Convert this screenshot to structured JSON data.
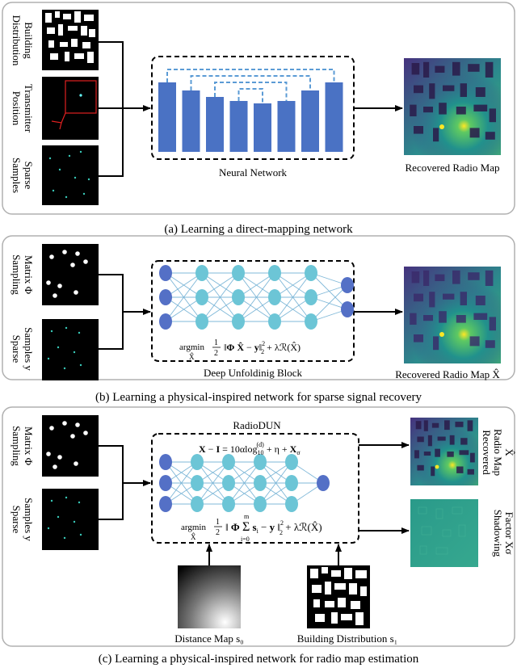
{
  "panel_a": {
    "input_labels": [
      [
        "Building",
        "Distribution"
      ],
      [
        "Transmitter",
        "Position"
      ],
      [
        "Sparse",
        "Samples"
      ]
    ],
    "network_label": "Neural Network",
    "output_label": "Recovered Radio Map",
    "caption": "(a) Learning a direct-mapping network"
  },
  "panel_b": {
    "input_labels": [
      [
        "Sampling",
        "Matrix Φ"
      ],
      [
        "Sparse",
        "Samples y"
      ]
    ],
    "equation": "argmin ½ ‖ΦX̂ − y‖²₂ + λℛ(X̂)",
    "equation_sub": "X̂",
    "block_label": "Deep Unfoldinig Block",
    "output_label": "Recovered Radio Map X̂",
    "caption": "(b) Learning  a physical-inspired network for sparse signal recovery"
  },
  "panel_c": {
    "title": "RadioDUN",
    "input_labels": [
      [
        "Sampling",
        "Matrix Φ"
      ],
      [
        "Sparse",
        "Samples y"
      ]
    ],
    "equation_top": "X − I = 10αlog₁₀⁽ᵈ⁾ + η + Xσ",
    "equation_bottom": "argmin ½ ‖Φ Σᵢ₌₀ᵐ sᵢ − y‖²₂ + λℛ(X̂)",
    "equation_sub": "X̂",
    "distance_label": "Distance Map s₀",
    "building_label": "Building Distribution s₁",
    "output_labels": [
      [
        "Recovered",
        "Radio Map",
        "X̂"
      ],
      [
        "Shadowing",
        "Factor Xσ"
      ]
    ],
    "caption": "(c) Learning  a physical-inspired network for radio map estimation"
  },
  "colors": {
    "nn_bar": "#4a72c4",
    "skip": "#5b9bd5",
    "node_dark": "#5470c6",
    "node_light": "#6cc5d6",
    "panel_border": "#b0b0b0",
    "transmitter": "#e02020"
  }
}
